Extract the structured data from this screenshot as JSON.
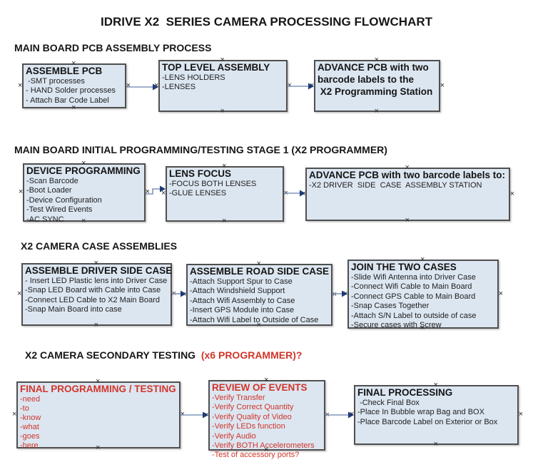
{
  "ui": {
    "handle_glyph": "×"
  },
  "colors": {
    "box_fill": "#dce6f1",
    "box_border": "#4f4f4f",
    "arrow_line": "#8096bc",
    "arrow_head": "#1d3a75",
    "red": "#d1352a"
  },
  "title": "IDRIVE X2  SERIES CAMERA PROCESSING FLOWCHART",
  "sections": {
    "s1": {
      "heading": "MAIN BOARD PCB ASSEMBLY PROCESS"
    },
    "s2": {
      "heading": "MAIN BOARD INITIAL PROGRAMMING/TESTING STAGE 1 (X2 PROGRAMMER)"
    },
    "s3": {
      "heading": "X2 CAMERA CASE ASSEMBLIES"
    },
    "s4": {
      "heading": "X2 CAMERA SECONDARY TESTING ",
      "heading_red": " (x6 PROGRAMMER)?"
    }
  },
  "boxes": {
    "r1a": {
      "title": "ASSEMBLE PCB",
      "items": [
        " -SMT processes",
        "- HAND Solder processes",
        "- Attach Bar Code Label"
      ]
    },
    "r1b": {
      "title": "TOP LEVEL ASSEMBLY",
      "items": [
        "-LENS HOLDERS",
        "-LENSES"
      ]
    },
    "r1c": {
      "title": "ADVANCE PCB with two",
      "items": [
        "barcode labels to the",
        " X2 Programming Station"
      ]
    },
    "r2a": {
      "title": "DEVICE PROGRAMMING",
      "items": [
        "-Scan Barcode",
        "-Boot Loader",
        "-Device Configuration",
        "-Test Wired Events",
        "-AC SYNC"
      ]
    },
    "r2b": {
      "title": "LENS FOCUS",
      "items": [
        "-FOCUS BOTH LENSES",
        "-GLUE LENSES"
      ]
    },
    "r2c": {
      "title": "ADVANCE PCB with two barcode labels to:",
      "items": [
        "-X2 DRIVER  SIDE  CASE  ASSEMBLY STATION"
      ]
    },
    "r3a": {
      "title": "ASSEMBLE DRIVER SIDE CASE",
      "items": [
        "- Insert LED Plastic lens into Driver Case",
        "-Snap LED Board with Cable into Case",
        "-Connect LED Cable to X2 Main Board",
        "-Snap Main Board into case"
      ]
    },
    "r3b": {
      "title": "ASSEMBLE ROAD SIDE CASE",
      "items": [
        "-Attach Support Spur to Case",
        "-Attach Windshield Support",
        "-Attach Wifi Assembly to Case",
        "-Insert GPS Module into Case",
        "-Attach Wifi Label to Outside of Case"
      ]
    },
    "r3c": {
      "title": "JOIN THE TWO CASES",
      "items": [
        "-Slide Wifi Antenna into Driver Case",
        "-Connect Wifi Cable to Main Board",
        "-Connect GPS Cable to Main Board",
        "-Snap Cases Together",
        "-Attach S/N Label to outside of case",
        "-Secure cases with Screw"
      ]
    },
    "r4a": {
      "title": "FINAL PROGRAMMING / TESTING",
      "items": [
        "-need",
        "-to",
        "-know",
        "-what",
        "-goes",
        "-here"
      ]
    },
    "r4b": {
      "title": "REVIEW OF EVENTS",
      "items": [
        "-Verify Transfer",
        "-Verify Correct Quantity",
        "-Verify Quality of Video",
        "-Verify LEDs function",
        "-Verify Audio",
        "-Verify BOTH Accelerometers",
        "-Test of accessory ports?"
      ]
    },
    "r4c": {
      "title": "FINAL PROCESSING",
      "items": [
        " -Check Final Box",
        "-Place In Bubble wrap Bag and BOX",
        "-Place Barcode Label on Exterior or Box"
      ]
    }
  }
}
